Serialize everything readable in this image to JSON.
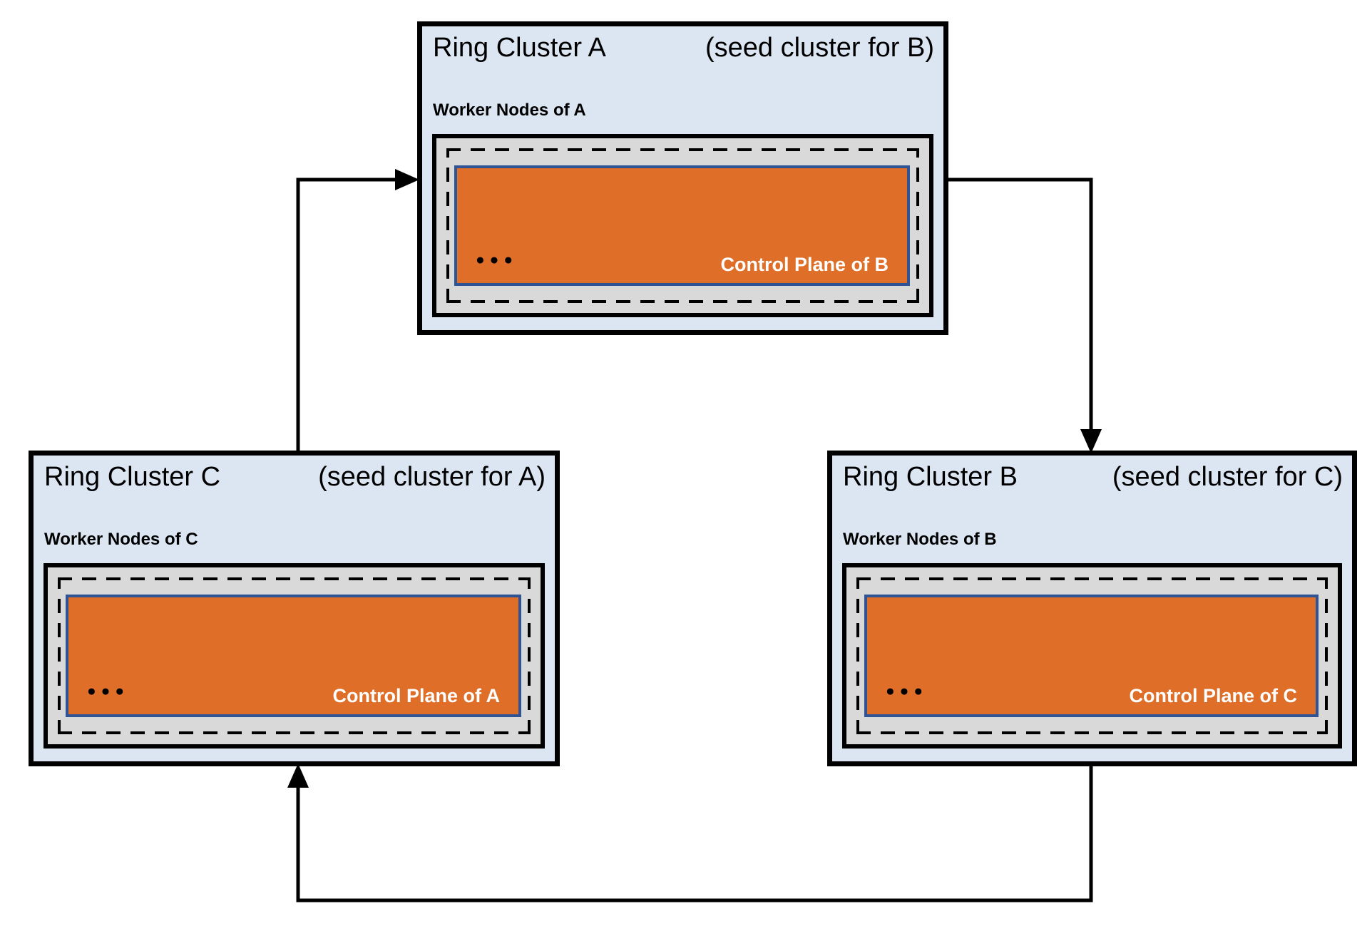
{
  "clusters": [
    {
      "id": "A",
      "title": "Ring Cluster A",
      "subtitle": "(seed cluster for B)",
      "worker_label": "Worker Nodes of A",
      "ellipsis": "●●●",
      "control_plane_label": "Control Plane of B"
    },
    {
      "id": "B",
      "title": "Ring Cluster B",
      "subtitle": "(seed cluster for C)",
      "worker_label": "Worker Nodes of B",
      "ellipsis": "●●●",
      "control_plane_label": "Control Plane of C"
    },
    {
      "id": "C",
      "title": "Ring Cluster C",
      "subtitle": "(seed cluster for A)",
      "worker_label": "Worker Nodes of C",
      "ellipsis": "●●●",
      "control_plane_label": "Control Plane of A"
    }
  ],
  "arrows": [
    {
      "from": "Ring Cluster C",
      "to": "Ring Cluster A"
    },
    {
      "from": "Ring Cluster A",
      "to": "Ring Cluster B"
    },
    {
      "from": "Ring Cluster B",
      "to": "Ring Cluster C"
    }
  ],
  "colors": {
    "cluster_fill": "#dce6f2",
    "node_fill": "#d9d9d9",
    "cp_fill": "#de6e28",
    "cp_border": "#2f5496",
    "line": "#000000"
  }
}
